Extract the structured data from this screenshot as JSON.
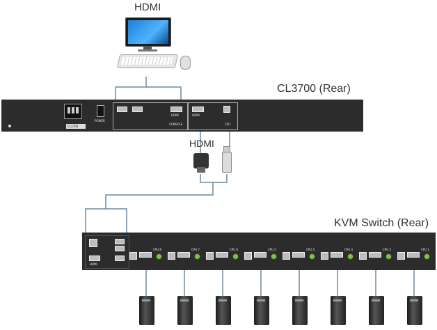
{
  "labels": {
    "hdmi_top": "HDMI",
    "cl3700": "CL3700 (Rear)",
    "hdmi_mid": "HDMI",
    "kvm": "KVM Switch (Rear)"
  },
  "cl3700_panel": {
    "model_sticker": "CL3700",
    "power": "POWER",
    "console": "CONSOLE",
    "hdmi": "HDMI",
    "cpu": "CPU"
  },
  "kvm_panel": {
    "hdmi_in": "HDMI",
    "ports": [
      "CPU 8",
      "CPU 7",
      "CPU 6",
      "CPU 5",
      "CPU 4",
      "CPU 3",
      "CPU 2",
      "CPU 1"
    ]
  },
  "colors": {
    "panel": "#2c2c2c",
    "wire": "#6a8aa0",
    "audio": "#7fbf4f"
  }
}
